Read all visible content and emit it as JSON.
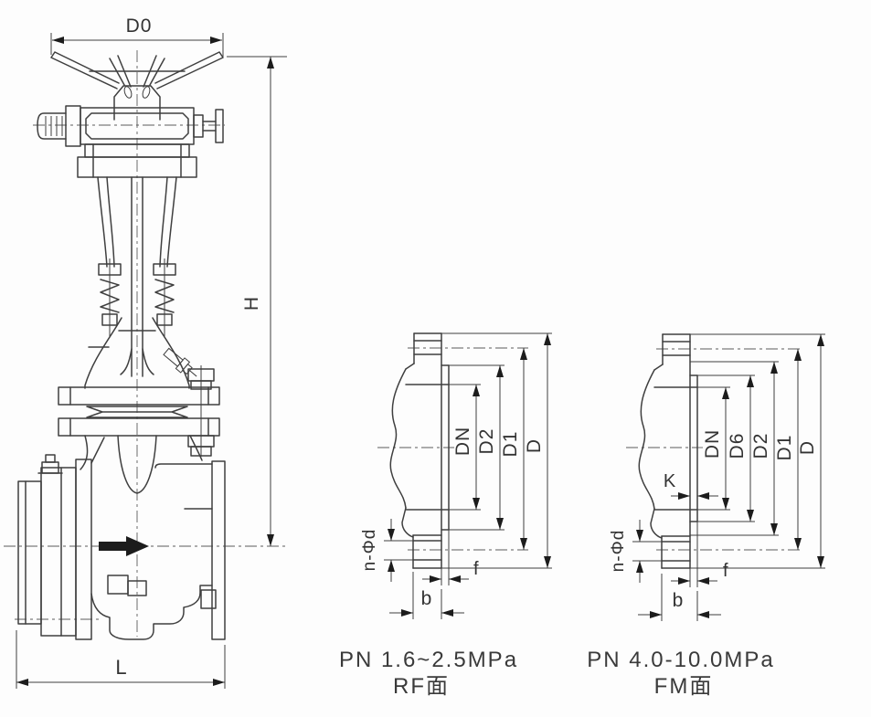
{
  "page": {
    "background_color": "#fdfdfd",
    "line_color": "#3f3f3f",
    "description": "Gate valve outline drawing with two flange face details"
  },
  "valve_view": {
    "dimensions": {
      "handwheel_diameter": "D0",
      "overall_height": "H",
      "face_to_face_length": "L"
    },
    "flow_arrow": "right"
  },
  "flange_rf_view": {
    "dimension_labels": [
      "DN",
      "D2",
      "D1",
      "D"
    ],
    "bolt_holes_label": "n-Φd",
    "face_height_label": "f",
    "thickness_label": "b",
    "caption": {
      "pressure": "PN 1.6~2.5MPa",
      "face_type": "RF面"
    }
  },
  "flange_fm_view": {
    "dimension_labels": [
      "DN",
      "D6",
      "D2",
      "D1",
      "D"
    ],
    "bolt_holes_label": "n-Φd",
    "male_step_label": "K",
    "face_height_label": "f",
    "thickness_label": "b",
    "caption": {
      "pressure": "PN 4.0-10.0MPa",
      "face_type": "FM面"
    }
  }
}
